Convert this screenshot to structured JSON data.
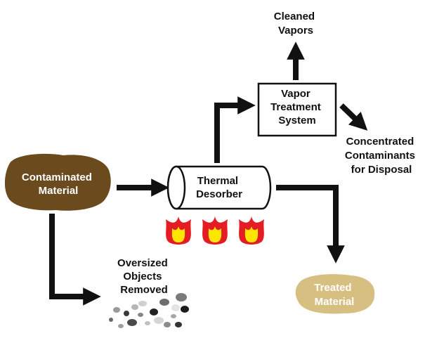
{
  "nodes": {
    "contaminated_material": [
      "Contaminated",
      "Material"
    ],
    "thermal_desorber": [
      "Thermal",
      "Desorber"
    ],
    "vapor_treatment": [
      "Vapor",
      "Treatment",
      "System"
    ],
    "cleaned_vapors": [
      "Cleaned",
      "Vapors"
    ],
    "concentrated_contaminants": [
      "Concentrated",
      "Contaminants",
      "for Disposal"
    ],
    "oversized_objects": [
      "Oversized",
      "Objects",
      "Removed"
    ],
    "treated_material": [
      "Treated",
      "Material"
    ]
  },
  "colors": {
    "contaminated_blob": "#6b4a1e",
    "treated_blob": "#d6bf80",
    "arrow": "#111111",
    "flame_outer": "#e51c23",
    "flame_inner": "#ffe600"
  }
}
